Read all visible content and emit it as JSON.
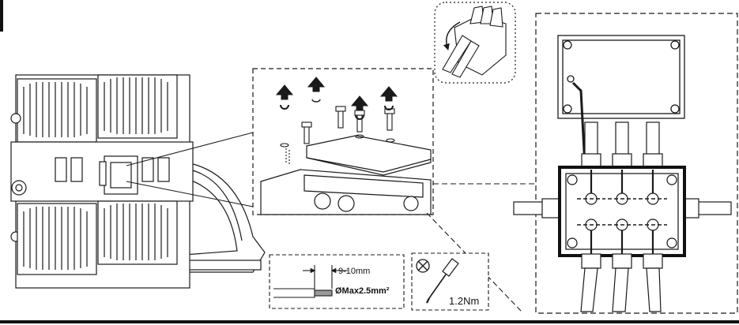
{
  "wire_spec": {
    "strip_length": "9-10mm",
    "max_cross_section": "ØMax2.5mm²"
  },
  "torque_spec": {
    "value": "1.2Nm",
    "tool_icon": "screwdriver-icon",
    "mark_icon": "circle-cross-icon"
  },
  "colors": {
    "line": "#1a1a1a",
    "fill": "#ffffff",
    "dash": "#1a1a1a"
  }
}
